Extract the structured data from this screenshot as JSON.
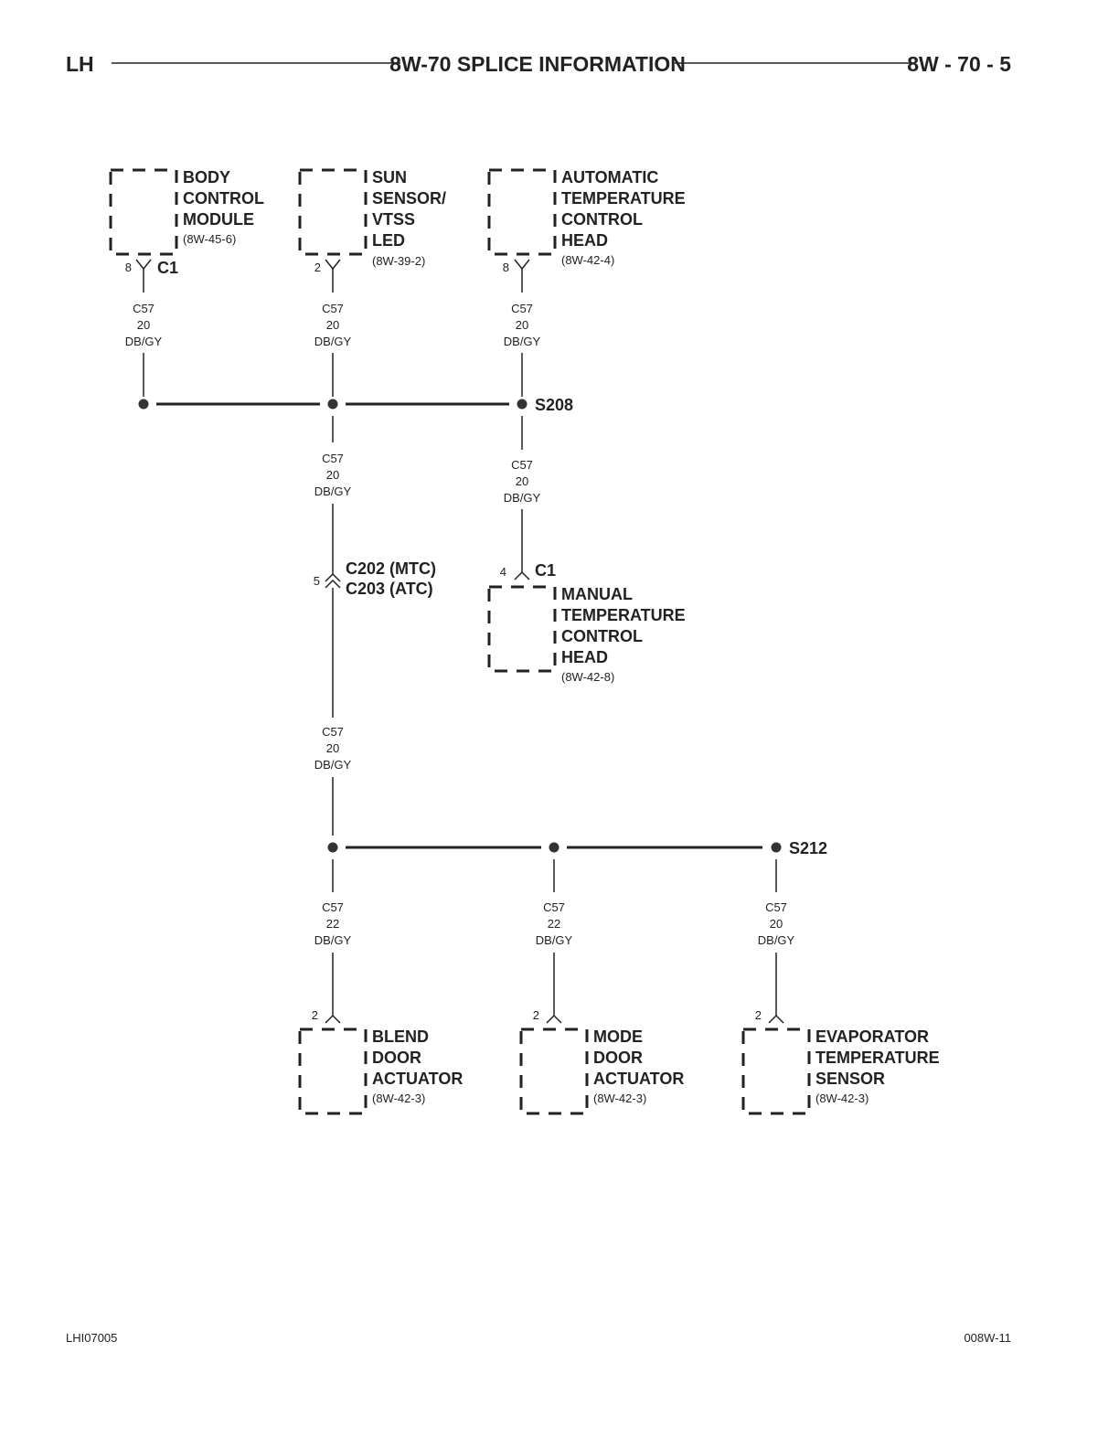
{
  "header": {
    "left": "LH",
    "title": "8W-70 SPLICE INFORMATION",
    "right": "8W - 70 - 5"
  },
  "footer": {
    "left": "LHI07005",
    "right": "008W-11"
  },
  "components": {
    "bcm": {
      "lines": [
        "BODY",
        "CONTROL",
        "MODULE"
      ],
      "ref": "(8W-45-6)",
      "pin": "8",
      "connector": "C1"
    },
    "sun_sensor": {
      "lines": [
        "SUN",
        "SENSOR/",
        "VTSS",
        "LED"
      ],
      "ref": "(8W-39-2)",
      "pin": "2"
    },
    "atc_head": {
      "lines": [
        "AUTOMATIC",
        "TEMPERATURE",
        "CONTROL",
        "HEAD"
      ],
      "ref": "(8W-42-4)",
      "pin": "8"
    },
    "mtc_head": {
      "lines": [
        "MANUAL",
        "TEMPERATURE",
        "CONTROL",
        "HEAD"
      ],
      "ref": "(8W-42-8)",
      "pin": "4",
      "connector": "C1"
    },
    "blend_door": {
      "lines": [
        "BLEND",
        "DOOR",
        "ACTUATOR"
      ],
      "ref": "(8W-42-3)",
      "pin": "2"
    },
    "mode_door": {
      "lines": [
        "MODE",
        "DOOR",
        "ACTUATOR"
      ],
      "ref": "(8W-42-3)",
      "pin": "2"
    },
    "evap_sensor": {
      "lines": [
        "EVAPORATOR",
        "TEMPERATURE",
        "SENSOR"
      ],
      "ref": "(8W-42-3)",
      "pin": "2"
    }
  },
  "splices": {
    "s208": "S208",
    "s212": "S212"
  },
  "inline_connector": {
    "pin": "5",
    "labels": [
      "C202 (MTC)",
      "C203 (ATC)"
    ]
  },
  "wires": {
    "w_bcm": [
      "C57",
      "20",
      "DB/GY"
    ],
    "w_sun": [
      "C57",
      "20",
      "DB/GY"
    ],
    "w_atc": [
      "C57",
      "20",
      "DB/GY"
    ],
    "w_mid_upper": [
      "C57",
      "20",
      "DB/GY"
    ],
    "w_mtc": [
      "C57",
      "20",
      "DB/GY"
    ],
    "w_mid_lower": [
      "C57",
      "20",
      "DB/GY"
    ],
    "w_blend": [
      "C57",
      "22",
      "DB/GY"
    ],
    "w_mode": [
      "C57",
      "22",
      "DB/GY"
    ],
    "w_evap": [
      "C57",
      "20",
      "DB/GY"
    ]
  }
}
